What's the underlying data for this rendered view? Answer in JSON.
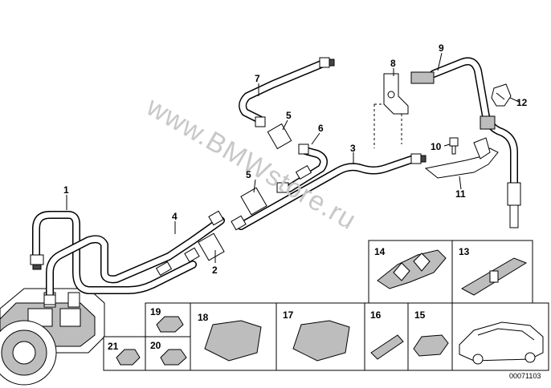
{
  "watermark": "www.BMWstore.ru",
  "reference_code": "00071103",
  "callouts": {
    "c1": "1",
    "c2": "2",
    "c3": "3",
    "c4": "4",
    "c5a": "5",
    "c5b": "5",
    "c6": "6",
    "c7": "7",
    "c8": "8",
    "c9": "9",
    "c10": "10",
    "c11": "11",
    "c12": "12",
    "c13": "13",
    "c14": "14",
    "c15": "15",
    "c16": "16",
    "c17": "17",
    "c18": "18",
    "c19": "19",
    "c20": "20",
    "c21": "21"
  }
}
